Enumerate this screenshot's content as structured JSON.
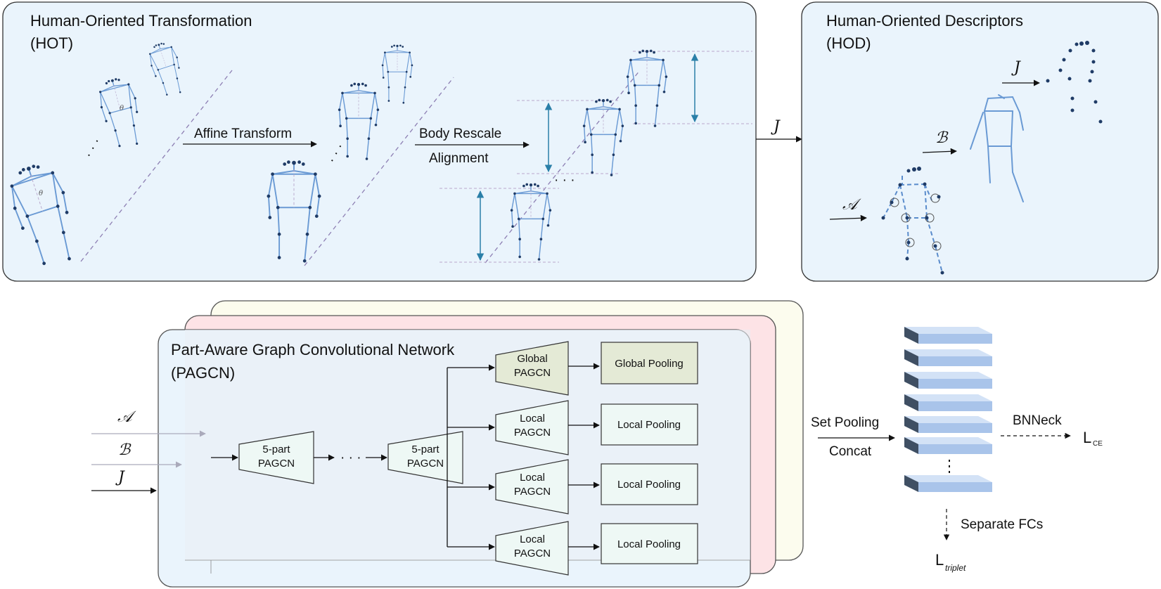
{
  "hot": {
    "title_line1": "Human-Oriented Transformation",
    "title_line2": "(HOT)",
    "affine_label": "Affine Transform",
    "rescale_line1": "Body Rescale",
    "rescale_line2": "Alignment",
    "theta": "θ",
    "dots": "· · ·"
  },
  "connector": {
    "label": "J"
  },
  "hod": {
    "title_line1": "Human-Oriented Descriptors",
    "title_line2": "(HOD)",
    "label_j": "J",
    "label_b": "ℬ",
    "label_a": "𝒜"
  },
  "pagcn": {
    "title_line1": "Part-Aware Graph Convolutional Network",
    "title_line2": "(PAGCN)",
    "input_a": "𝒜",
    "input_b": "ℬ",
    "input_j": "J",
    "block1_line1": "5-part",
    "block1_line2": "PAGCN",
    "block2_line1": "5-part",
    "block2_line2": "PAGCN",
    "global_line1": "Global",
    "global_line2": "PAGCN",
    "local_line1": "Local",
    "local_line2": "PAGCN",
    "global_pool": "Global Pooling",
    "local_pool": "Local Pooling",
    "dots": "· · ·"
  },
  "output": {
    "set_pooling": "Set Pooling",
    "concat": "Concat",
    "bnneck": "BNNeck",
    "l_ce_main": "L",
    "l_ce_sub": "CE",
    "separate_fcs": "Separate FCs",
    "l_triplet_main": "L",
    "l_triplet_sub": "triplet"
  }
}
